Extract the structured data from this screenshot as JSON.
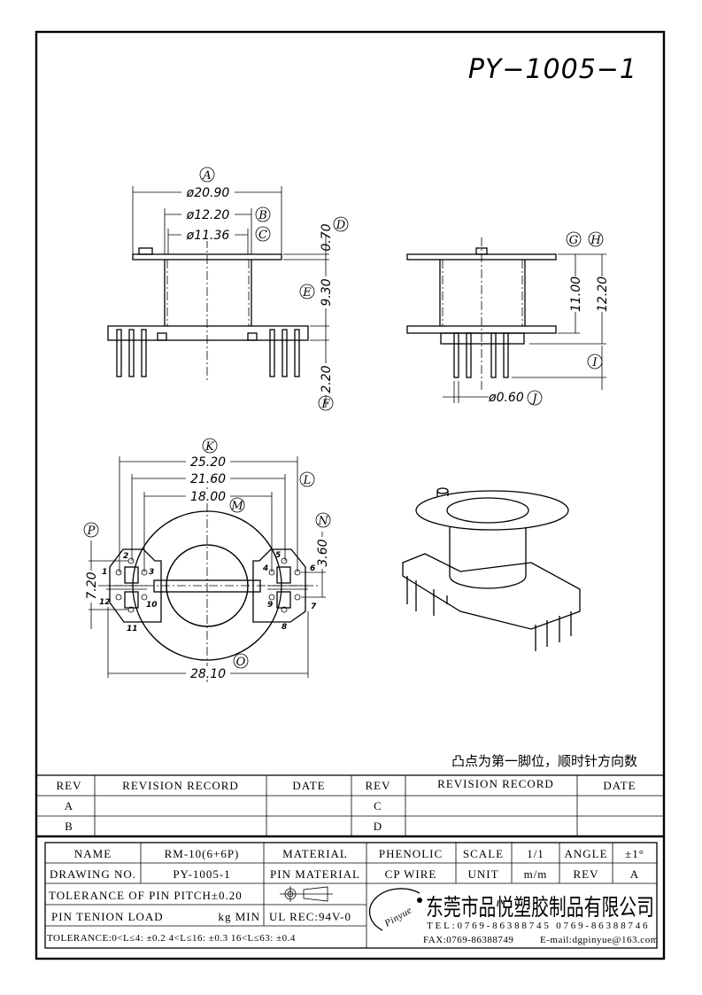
{
  "drawing_title": "PY−1005−1",
  "front_view": {
    "dim_a": {
      "label": "A",
      "value": "ø20.90"
    },
    "dim_b": {
      "label": "B",
      "value": "ø12.20"
    },
    "dim_c": {
      "label": "C",
      "value": "ø11.36"
    },
    "dim_d": {
      "label": "D",
      "value": "0.70"
    },
    "dim_e": {
      "label": "E",
      "value": "9.30"
    },
    "dim_f": {
      "label": "F",
      "value": "2.20"
    }
  },
  "side_view": {
    "dim_g": {
      "label": "G",
      "value": "11.00"
    },
    "dim_h": {
      "label": "H",
      "value": "12.20"
    },
    "dim_i": {
      "label": "I"
    },
    "dim_j": {
      "label": "J",
      "value": "ø0.60"
    }
  },
  "bottom_view": {
    "dim_k": {
      "label": "K",
      "value": "25.20"
    },
    "dim_l": {
      "label": "L",
      "value": "21.60"
    },
    "dim_m": {
      "label": "M",
      "value": "18.00"
    },
    "dim_n": {
      "label": "N",
      "value": "3.60"
    },
    "dim_o": {
      "label": "O",
      "value": "28.10"
    },
    "dim_p": {
      "label": "P",
      "value": "7.20"
    },
    "pins": [
      "1",
      "2",
      "3",
      "4",
      "5",
      "6",
      "7",
      "8",
      "9",
      "10",
      "11",
      "12"
    ]
  },
  "note": "凸点为第一脚位，顺时针方向数",
  "revision_table": {
    "headers": [
      "REV",
      "REVISION RECORD",
      "DATE",
      "REV",
      "REVISION RECORD",
      "DATE"
    ],
    "rows": [
      [
        "A",
        "",
        "",
        "C",
        "",
        ""
      ],
      [
        "B",
        "",
        "",
        "D",
        "",
        ""
      ]
    ]
  },
  "title_block": {
    "name_label": "NAME",
    "name_value": "RM-10(6+6P)",
    "material_label": "MATERIAL",
    "material_value": "PHENOLIC",
    "scale_label": "SCALE",
    "scale_value": "1/1",
    "angle_label": "ANGLE",
    "angle_value": "±1°",
    "drawing_no_label": "DRAWING NO.",
    "drawing_no_value": "PY-1005-1",
    "pin_material_label": "PIN MATERIAL",
    "pin_material_value": "CP WIRE",
    "unit_label": "UNIT",
    "unit_value": "m/m",
    "rev_label": "REV",
    "rev_value": "A",
    "pin_pitch_tolerance": "TOLERANCE OF PIN PITCH±0.20",
    "pin_tension_label": "PIN TENION LOAD",
    "pin_tension_unit": "kg MIN",
    "ul_rec": "UL REC:94V-0",
    "tolerance": "TOLERANCE:0<L≤4: ±0.2   4<L≤16: ±0.3   16<L≤63: ±0.4",
    "logo_text": "Pinyue",
    "company": "东莞市品悦塑胶制品有限公司",
    "tel": "TEL:0769-86388745     0769-86388746",
    "fax": "FAX:0769-86388749",
    "email": "E-mail:dgpinyue@163.com"
  }
}
